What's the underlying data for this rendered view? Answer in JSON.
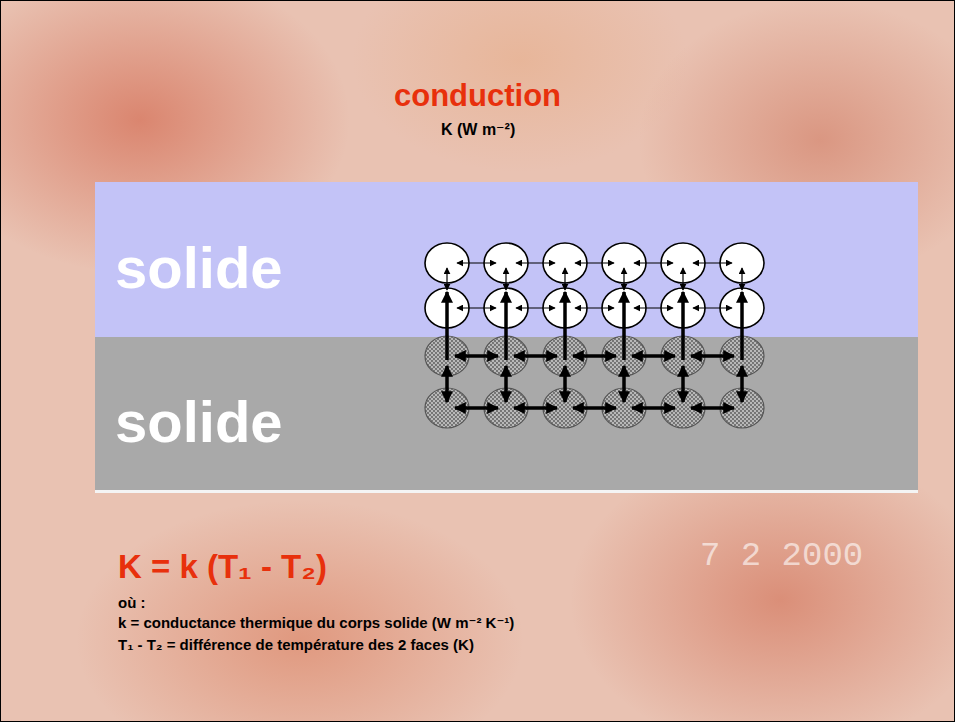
{
  "diagram": {
    "title": "conduction",
    "nodes": [
      {
        "text": [
          "solide"
        ]
      },
      {
        "text": [
          "solide"
        ]
      }
    ],
    "labels": [
      "K (W m⁻²)",
      "K = k (T₁ - T₂)",
      "où :",
      "k = conductance thermique du corps solide (W m⁻² K⁻¹)",
      "T₁ - T₂ = différence de température des 2 faces (K)",
      "7 2 2000"
    ]
  }
}
